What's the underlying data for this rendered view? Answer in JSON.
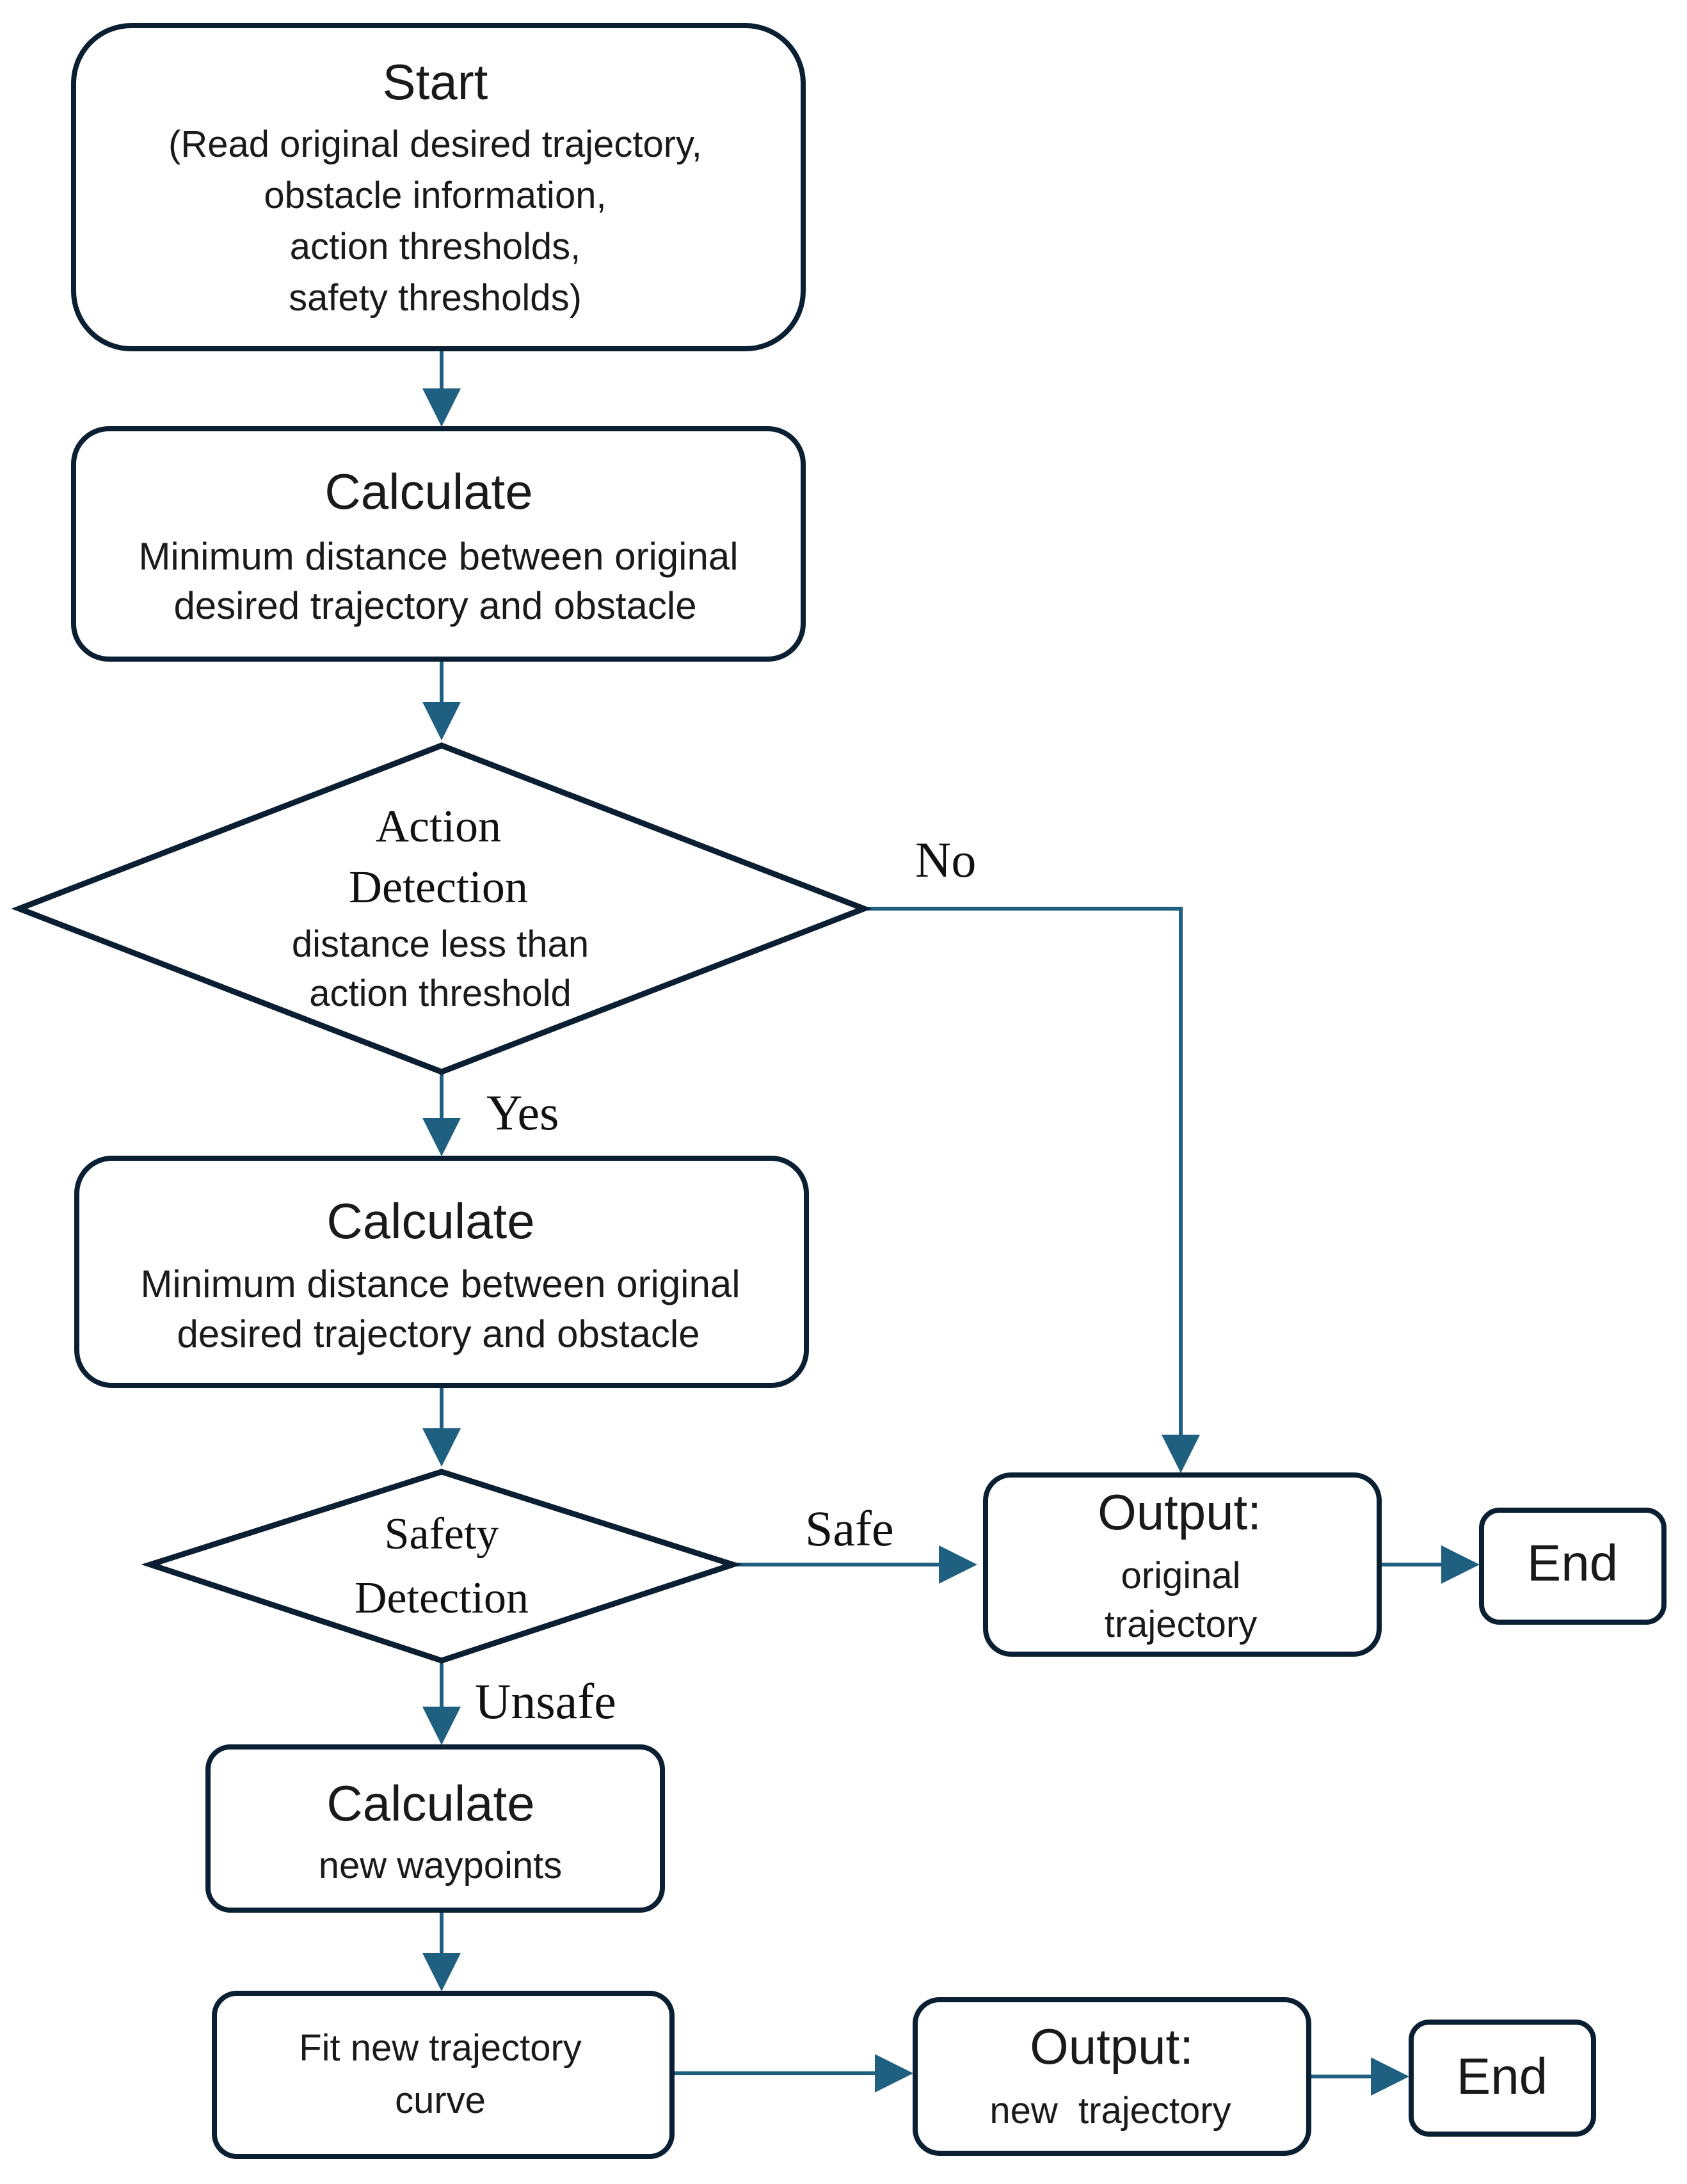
{
  "colors": {
    "box_stroke": "#0b1f33",
    "connector": "#1f5f80",
    "text": "#1a1a1a",
    "background": "#ffffff"
  },
  "start_box": {
    "title": "Start",
    "lines": [
      "(Read original desired trajectory,",
      "obstacle information,",
      "action thresholds,",
      "safety thresholds)"
    ]
  },
  "calc_box_1": {
    "title": "Calculate",
    "lines": [
      "Minimum distance between original",
      "desired trajectory and obstacle"
    ]
  },
  "action_decision": {
    "title_lines": [
      "Action",
      "Detection"
    ],
    "lines": [
      "distance less than",
      "action threshold"
    ],
    "no_label": "No",
    "yes_label": "Yes"
  },
  "calc_box_2": {
    "title": "Calculate",
    "lines": [
      "Minimum distance between original",
      "desired trajectory and obstacle"
    ]
  },
  "safety_decision": {
    "title_lines": [
      "Safety",
      "Detection"
    ],
    "safe_label": "Safe",
    "unsafe_label": "Unsafe"
  },
  "output_original": {
    "title": "Output:",
    "lines": [
      "original",
      "trajectory"
    ]
  },
  "end_1": {
    "label": "End"
  },
  "calc_box_3": {
    "title": "Calculate",
    "lines": [
      "new waypoints"
    ]
  },
  "fit_box": {
    "lines": [
      "Fit new trajectory",
      "curve"
    ]
  },
  "output_new": {
    "title": "Output:",
    "lines": [
      "new  trajectory"
    ]
  },
  "end_2": {
    "label": "End"
  }
}
